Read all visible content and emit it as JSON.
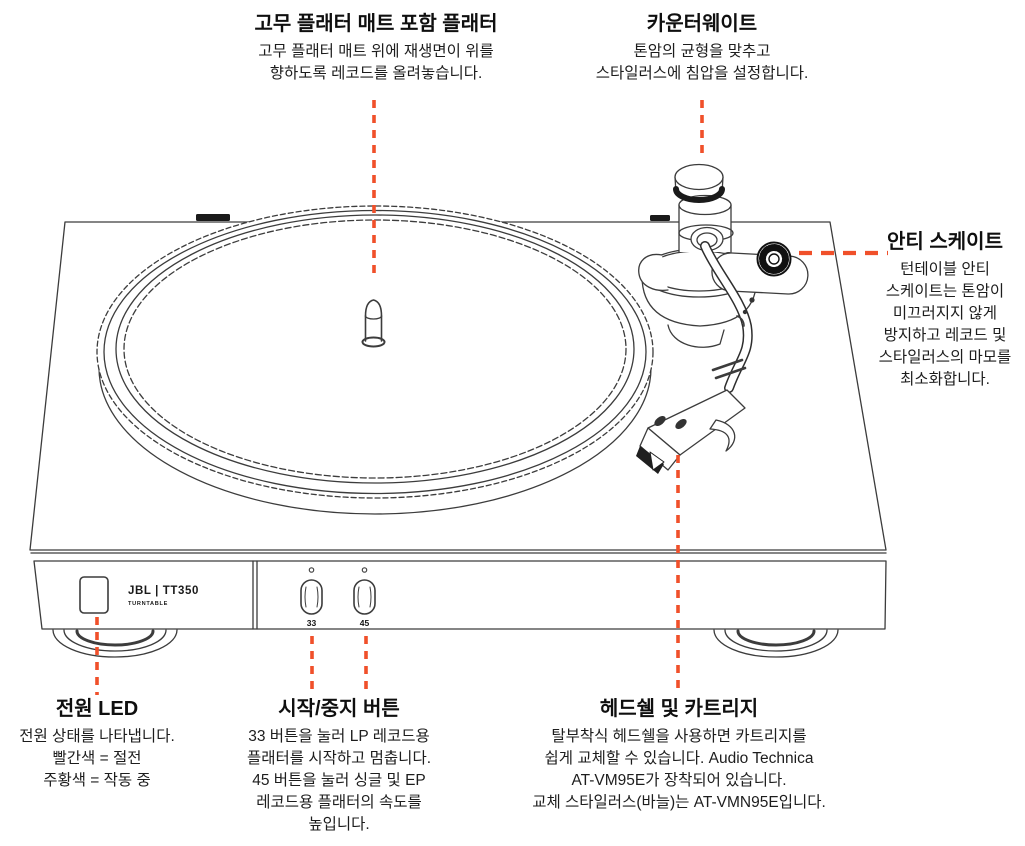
{
  "colors": {
    "leader": "#F0502A",
    "line_art": "#3C3C3C",
    "text": "#1D1D1D"
  },
  "device": {
    "brand_logo": "JBL | TT350",
    "brand_sub": "TURNTABLE",
    "button_33_label": "33",
    "button_45_label": "45"
  },
  "callouts": {
    "platter": {
      "title": "고무 플래터 매트 포함 플래터",
      "lines": [
        "고무 플래터 매트 위에 재생면이 위를",
        "향하도록 레코드를 올려놓습니다."
      ]
    },
    "counterweight": {
      "title": "카운터웨이트",
      "lines": [
        "톤암의 균형을 맞추고",
        "스타일러스에 침압을 설정합니다."
      ]
    },
    "antiskate": {
      "title": "안티 스케이트",
      "lines": [
        "턴테이블 안티",
        "스케이트는 톤암이",
        "미끄러지지 않게",
        "방지하고 레코드 및",
        "스타일러스의 마모를",
        "최소화합니다."
      ]
    },
    "power_led": {
      "title": "전원 LED",
      "lines": [
        "전원 상태를 나타냅니다.",
        "빨간색 = 절전",
        "주황색 = 작동 중"
      ]
    },
    "start_stop": {
      "title": "시작/중지 버튼",
      "lines": [
        "33 버튼을 눌러 LP 레코드용",
        "플래터를 시작하고 멈춥니다.",
        "45 버튼을 눌러 싱글 및 EP",
        "레코드용 플래터의 속도를",
        "높입니다."
      ]
    },
    "headshell": {
      "title": "헤드쉘 및 카트리지",
      "lines": [
        "탈부착식 헤드쉘을 사용하면 카트리지를",
        "쉽게 교체할 수 있습니다. Audio Technica",
        "AT-VM95E가 장착되어 있습니다.",
        "교체 스타일러스(바늘)는 AT-VMN95E입니다."
      ]
    }
  }
}
